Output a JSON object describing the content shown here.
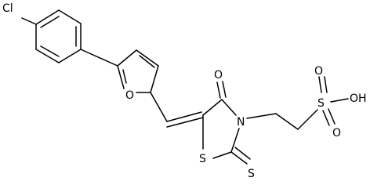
{
  "molecule": {
    "atom_labels": {
      "chlorine": "Cl",
      "furan_oxygen": "O",
      "carbonyl_oxygen": "O",
      "ring_nitrogen": "N",
      "ring_sulfur": "S",
      "thione_sulfur": "S",
      "sulfonyl_sulfur": "S",
      "sulfonyl_oxygen_top": "O",
      "sulfonyl_oxygen_bottom": "O",
      "hydroxyl": "OH"
    },
    "colors": {
      "ink": "#000000",
      "background": "#ffffff"
    }
  }
}
